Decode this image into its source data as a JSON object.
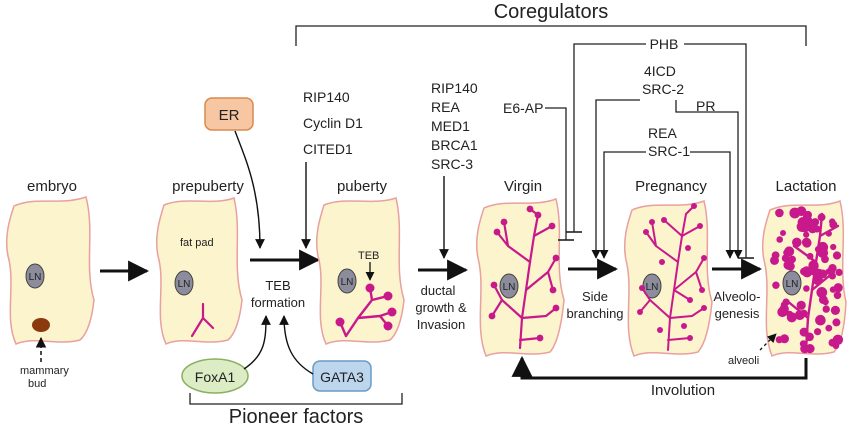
{
  "colors": {
    "fat_pad_fill": "#fcf4cc",
    "fat_pad_stroke": "#e8a0a0",
    "duct": "#c8198c",
    "lymph_node": "#8c8c9c",
    "bud": "#8b3a0e",
    "er_fill": "#f7c6a3",
    "er_stroke": "#d98a50",
    "foxa1_fill": "#dcecc4",
    "foxa1_stroke": "#8aaf60",
    "gata3_fill": "#bcd6ee",
    "gata3_stroke": "#6a9bc6"
  },
  "headers": {
    "coregulators": "Coregulators",
    "pioneer_factors": "Pioneer factors"
  },
  "stages": {
    "embryo": "embryo",
    "prepuberty": "prepuberty",
    "puberty": "puberty",
    "virgin": "Virgin",
    "pregnancy": "Pregnancy",
    "lactation": "Lactation"
  },
  "labels": {
    "lymph_node": "LN",
    "fat_pad": "fat pad",
    "teb": "TEB",
    "mammary_bud": [
      "mammary",
      "bud"
    ],
    "teb_formation": [
      "TEB",
      "formation"
    ],
    "ductal": [
      "ductal",
      "growth &",
      "Invasion"
    ],
    "side_branching": [
      "Side",
      "branching"
    ],
    "alveologenesis": [
      "Alveolo-",
      "genesis"
    ],
    "alveoli": "alveoli",
    "involution": "Involution"
  },
  "factors": {
    "er": "ER",
    "foxa1": "FoxA1",
    "gata3": "GATA3",
    "puberty_coregs": [
      "RIP140",
      "Cyclin D1",
      "CITED1"
    ],
    "ductal_coregs": [
      "RIP140",
      "REA",
      "MED1",
      "BRCA1",
      "SRC-3"
    ],
    "phb": "PHB",
    "e6ap": "E6-AP",
    "icd4": "4ICD",
    "src2": "SRC-2",
    "pr": "PR",
    "rea": "REA",
    "src1": "SRC-1"
  }
}
